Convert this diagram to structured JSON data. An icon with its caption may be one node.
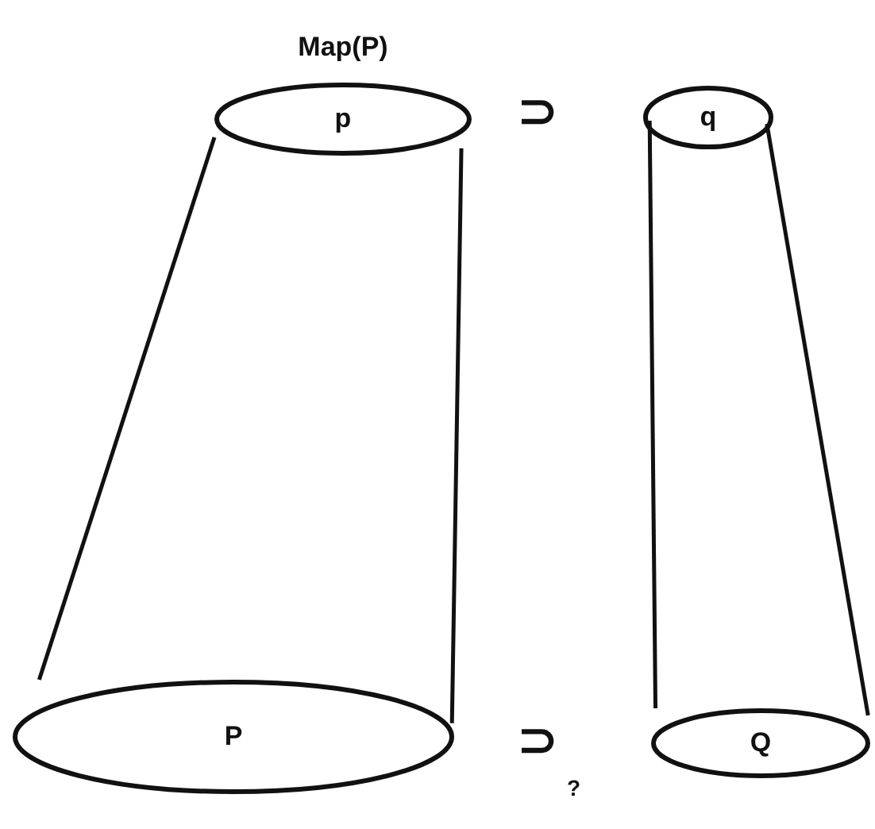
{
  "diagram": {
    "nodes": [
      {
        "text": [
          "Map(P)",
          "p"
        ]
      },
      {
        "text": [
          "q"
        ]
      },
      {
        "text": [
          "P"
        ]
      },
      {
        "text": [
          "Q"
        ]
      }
    ],
    "edges": [
      {
        "from": 0,
        "to": 2,
        "arrow": "none"
      },
      {
        "from": 0,
        "to": 2,
        "arrow": "none"
      },
      {
        "from": 1,
        "to": 3,
        "arrow": "none"
      },
      {
        "from": 1,
        "to": 3,
        "arrow": "none"
      }
    ],
    "labels": [
      "⊃",
      "⊃",
      "?"
    ]
  }
}
